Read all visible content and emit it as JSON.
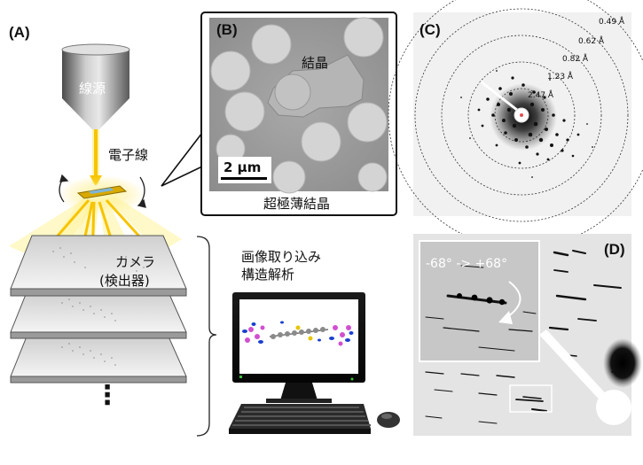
{
  "panels": {
    "a": {
      "label": "(A)"
    },
    "b": {
      "label": "(B)"
    },
    "c": {
      "label": "(C)"
    },
    "d": {
      "label": "(D)"
    }
  },
  "labels": {
    "source": "線源",
    "electron_beam": "電子線",
    "crystal_in_image": "結晶",
    "scale_bar": "2 μm",
    "ultrathin_crystal": "超極薄結晶",
    "camera_line1": "カメラ",
    "camera_line2": "(検出器)",
    "analysis_line1": "画像取り込み",
    "analysis_line2": "構造解析",
    "vertical_dots": "⋮",
    "rotation_range": "-68° -> +68°"
  },
  "resolution_rings": [
    "0.49 Å",
    "0.62 Å",
    "0.82 Å",
    "1.23 Å",
    "2.47 Å"
  ],
  "colors": {
    "beam": "#f6c400",
    "beam_glow": "#fff39a",
    "cone_dark": "#5a5a5a",
    "cone_light": "#d6d6d6",
    "diffraction_bg": "#f1f1f1",
    "monitor_screen": "#ffffff"
  },
  "icons": [
    "electron-source-cone-icon",
    "rotation-arrow-icon",
    "monitor-icon",
    "keyboard-icon",
    "mouse-icon"
  ]
}
